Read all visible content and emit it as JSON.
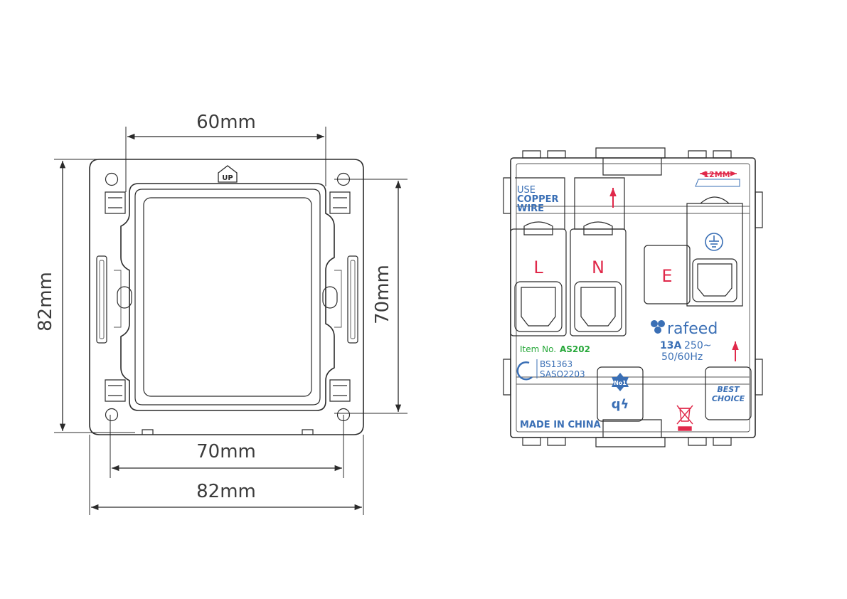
{
  "dimensions": {
    "top_width": "60mm",
    "left_height": "82mm",
    "right_height": "70mm",
    "bottom_inner": "70mm",
    "bottom_outer": "82mm"
  },
  "frame_logo": "UP",
  "module": {
    "use_label": "USE",
    "copper_label": "COPPER",
    "wire_label": "WIRE",
    "terminal_l": "L",
    "terminal_n": "N",
    "terminal_e": "E",
    "strip_length": "12MM",
    "brand": "rafeed",
    "rating_current": "13A",
    "rating_voltage": "250~",
    "rating_freq": "50/60Hz",
    "item_prefix": "Item No.",
    "item_code": "AS202",
    "standard_1": "BS1363",
    "standard_2": "SASO2203",
    "badge_no1": "No1",
    "best_line1": "BEST",
    "best_line2": "CHOICE",
    "origin": "MADE IN CHINA"
  },
  "colors": {
    "line": "#2b2b2b",
    "blue": "#3a6fb5",
    "red": "#e0294a",
    "green": "#27a83a"
  }
}
